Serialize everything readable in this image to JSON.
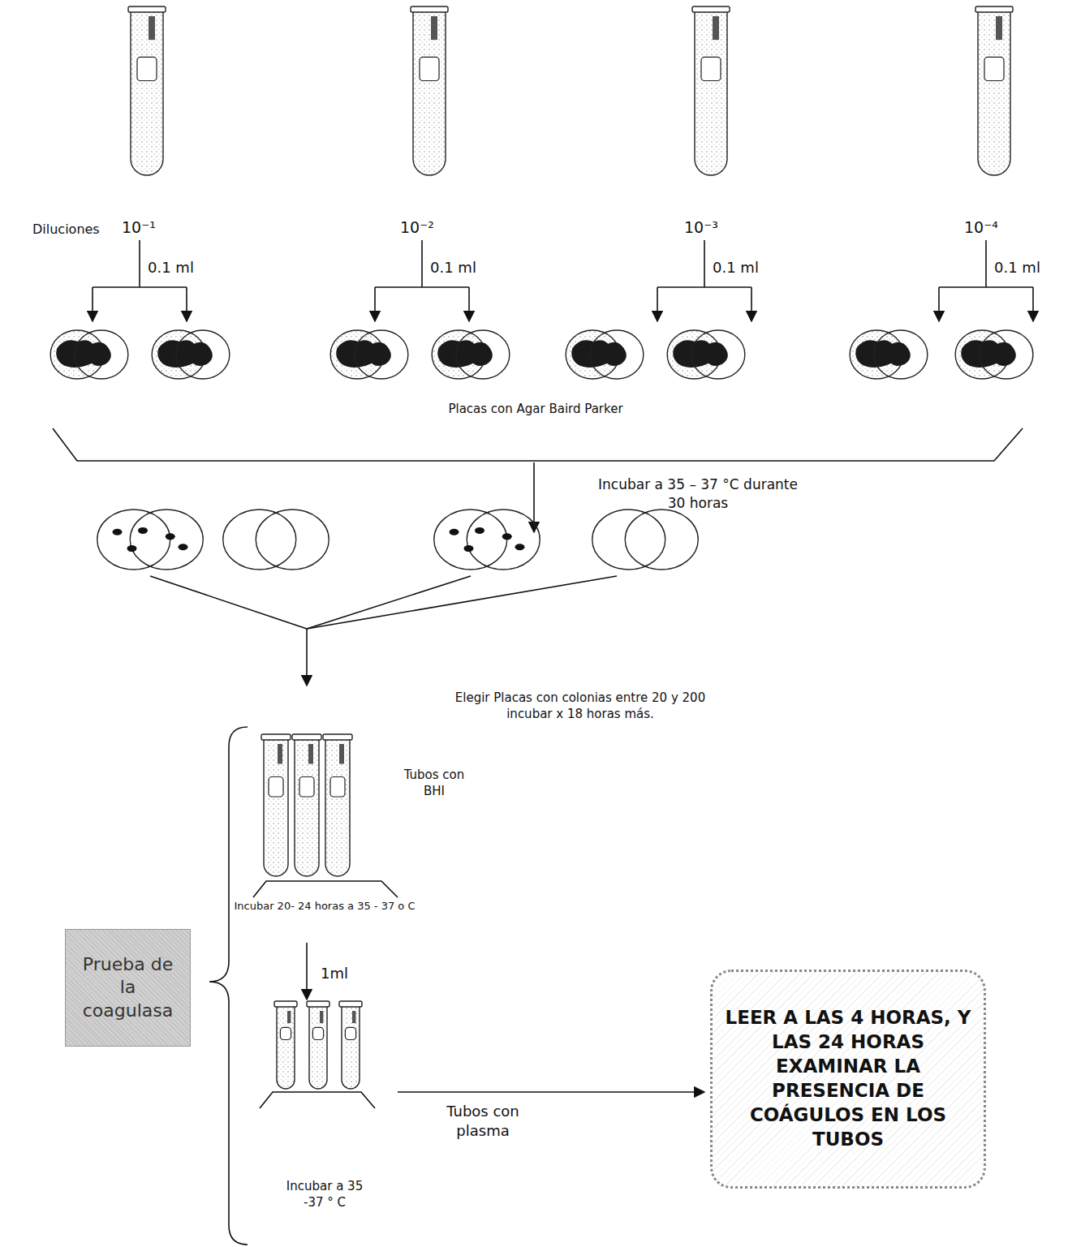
{
  "diagram": {
    "nodes": [
      {
        "text": [
          "Prueba de la coagulasa"
        ]
      },
      {
        "text": [
          "LEER A LAS 4 HORAS, Y LAS 24 HORAS EXAMINAR LA PRESENCIA DE COÁGULOS EN LOS TUBOS"
        ]
      }
    ],
    "labels": [
      "Diluciones",
      "10⁻¹",
      "0.1 ml",
      "10⁻²",
      "0.1 ml",
      "10⁻³",
      "0.1 ml",
      "10⁻⁴",
      "0.1 ml",
      "Placas con Agar Baird Parker",
      "Incubar a 35 – 37 °C durante 30 horas",
      "Elegir Placas con colonias entre 20 y 200 incubar x 18 horas más.",
      "Tubos con BHI",
      "Incubar 20- 24 horas a 35 - 37 o C",
      "1ml",
      "Tubos con plasma",
      "Incubar a 35 -37 ° C"
    ]
  }
}
